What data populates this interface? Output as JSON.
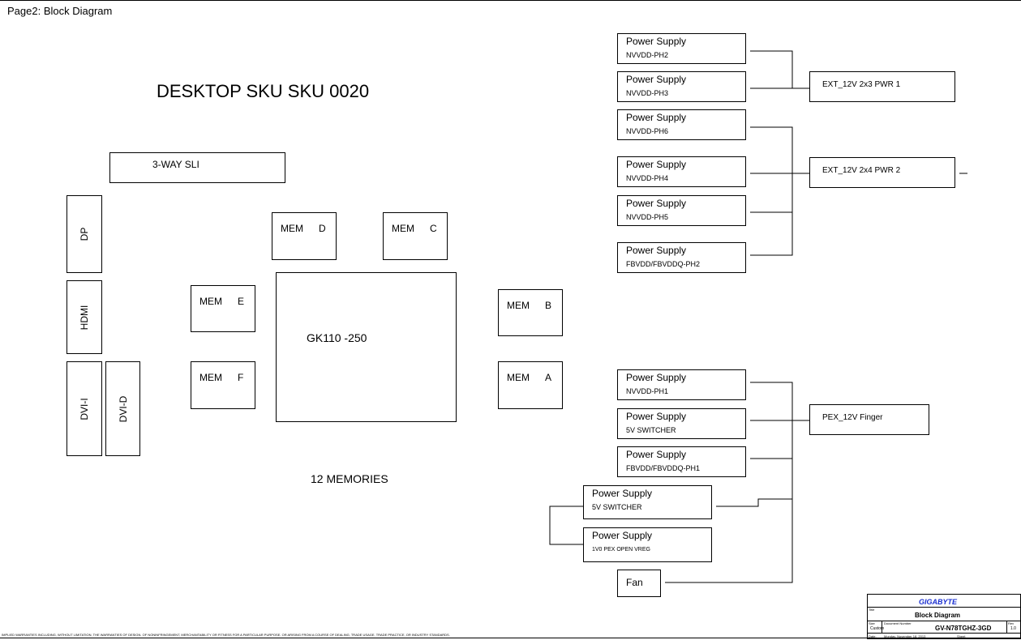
{
  "page_title": "Page2: Block Diagram",
  "main_title": "DESKTOP SKU SKU 0020",
  "sli_label": "3-WAY SLI",
  "gpu_label": "GK110 -250",
  "memories_label": "12 MEMORIES",
  "connectors": {
    "dp": "DP",
    "hdmi": "HDMI",
    "dvi_i": "DVI-I",
    "dvi_d": "DVI-D"
  },
  "memory": {
    "mem_word": "MEM",
    "a": "A",
    "b": "B",
    "c": "C",
    "d": "D",
    "e": "E",
    "f": "F"
  },
  "power_supply_label": "Power Supply",
  "supplies": {
    "ph2": "NVVDD-PH2",
    "ph3": "NVVDD-PH3",
    "ph6": "NVVDD-PH6",
    "ph4": "NVVDD-PH4",
    "ph5": "NVVDD-PH5",
    "fb2": "FBVDD/FBVDDQ-PH2",
    "ph1": "NVVDD-PH1",
    "sw5v_a": "5V SWITCHER",
    "fb1": "FBVDD/FBVDDQ-PH1",
    "sw5v_b": "5V SWITCHER",
    "pex_vreg": "1V0 PEX OPEN VREG"
  },
  "fan_label": "Fan",
  "sources": {
    "pwr1": "EXT_12V 2x3 PWR 1",
    "pwr2": "EXT_12V 2x4 PWR 2",
    "pex": "PEX_12V Finger"
  },
  "title_block": {
    "company": "GIGABYTE",
    "doc_title": "Block Diagram",
    "doc_number": "GV-N78TGHZ-3GD",
    "rev": "1.0",
    "size_label": "Size",
    "size_value": "Custom",
    "title_label": "Title",
    "docnum_label": "Document Number",
    "rev_label": "Rev",
    "date_label": "Date:",
    "date_value": "Monday, November 18, 2013",
    "sheet_label": "Sheet"
  },
  "footer_disclaimer": "IMPLIED WARRANTIES INCLUDING, WITHOUT LIMITATION, THE WARRANTIES OF DESIGN, OF NONINFRINGEMENT, MERCHANTABILITY OR FITNESS FOR A PARTICULAR PURPOSE, OR ARISING FROM A COURSE OF DEALING, TRADE USAGE, TRADE PRACTICE, OR INDUSTRY STANDARDS."
}
